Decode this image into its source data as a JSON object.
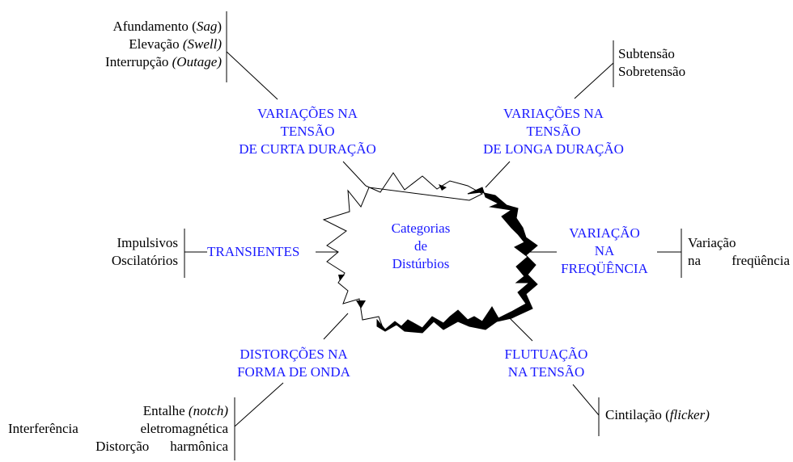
{
  "center": {
    "line1": "Categorias",
    "line2": "de",
    "line3": "Distúrbios"
  },
  "categories": {
    "short_duration": {
      "line1": "VARIAÇÕES NA",
      "line2": "TENSÃO",
      "line3": "DE CURTA DURAÇÃO"
    },
    "long_duration": {
      "line1": "VARIAÇÕES NA",
      "line2": "TENSÃO",
      "line3": "DE LONGA DURAÇÃO"
    },
    "transients": {
      "label": "TRANSIENTES"
    },
    "frequency": {
      "line1": "VARIAÇÃO",
      "line2": "NA",
      "line3": "FREQÜÊNCIA"
    },
    "waveform": {
      "line1": "DISTORÇÕES NA",
      "line2": "FORMA DE ONDA"
    },
    "fluctuation": {
      "line1": "FLUTUAÇÃO",
      "line2": "NA TENSÃO"
    }
  },
  "items": {
    "short_duration": [
      {
        "text": "Afundamento (",
        "em": "Sag",
        "tail": ")"
      },
      {
        "text": "Elevação ",
        "em": "(Swell)",
        "tail": ""
      },
      {
        "text": "Interrupção ",
        "em": "(Outage)",
        "tail": ""
      }
    ],
    "long_duration": [
      "Subtensão",
      "Sobretensão"
    ],
    "transients": [
      "Impulsivos",
      "Oscilatórios"
    ],
    "frequency": {
      "line1": "Variação",
      "line2a": "na",
      "line2b": "freqüência"
    },
    "waveform": {
      "notch_text": "Entalhe ",
      "notch_em": "(notch)",
      "emi_a": "Interferência",
      "emi_b": "eletromagnética",
      "harm_a": "Distorção",
      "harm_b": "harmônica"
    },
    "fluctuation": {
      "text": "Cintilação (",
      "em": "flicker)"
    }
  },
  "colors": {
    "category": "#1a1aff",
    "item": "#000000",
    "lines": "#000000"
  }
}
